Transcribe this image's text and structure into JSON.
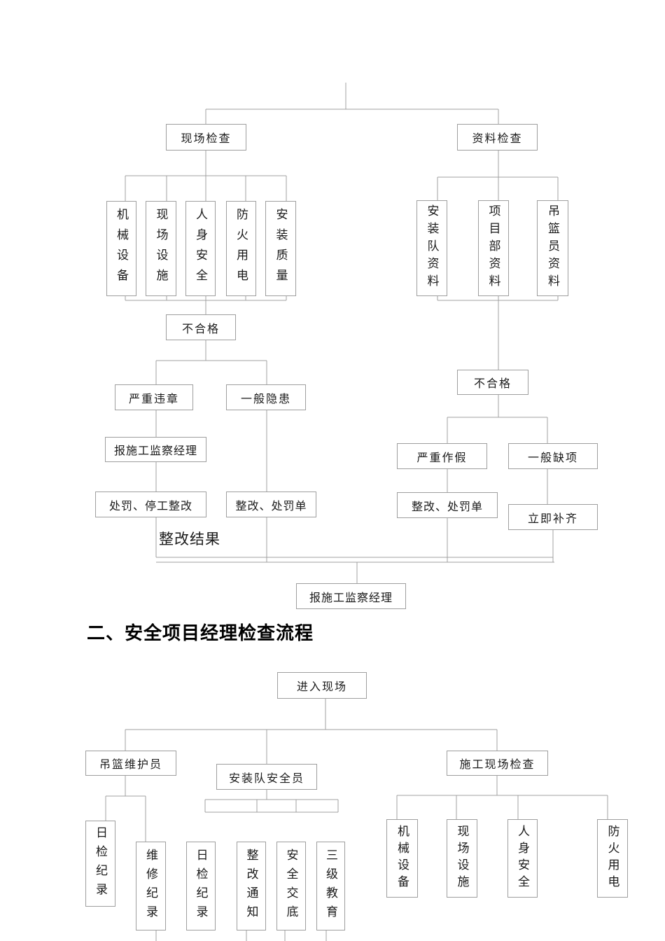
{
  "document": {
    "section_heading": "二、安全项目经理检查流程"
  },
  "flow1": {
    "site_check": "现场检查",
    "doc_check": "资料检查",
    "site_categories": [
      "机械设备",
      "现场设施",
      "人身安全",
      "防火用电",
      "安装质量"
    ],
    "doc_categories": [
      "安装队资料",
      "项目部资料",
      "吊篮员资料"
    ],
    "fail_site": "不合格",
    "fail_doc": "不合格",
    "serious_violation": "严重违章",
    "general_hazard": "一般隐患",
    "report_supervisor": "报施工监察经理",
    "punish_stop_work": "处罚、停工整改",
    "rectify_penalty_site": "整改、处罚单",
    "serious_falsify": "严重作假",
    "general_missing": "一般缺项",
    "rectify_penalty_doc": "整改、处罚单",
    "replenish_now": "立即补齐",
    "rectify_result": "整改结果",
    "final_report_supervisor": "报施工监察经理"
  },
  "flow2": {
    "enter_site": "进入现场",
    "basket_maintainer": "吊篮维护员",
    "install_team_officer": "安装队安全员",
    "site_inspection": "施工现场检查",
    "maintainer_records": [
      "日检纪录",
      "维修纪录"
    ],
    "team_records": [
      "日检纪录",
      "整改通知",
      "安全交底",
      "三级教育"
    ],
    "inspection_items": [
      "机械设备",
      "现场设施",
      "人身安全",
      "防火用电"
    ]
  },
  "colors": {
    "line": "#a0a0a0",
    "box_border": "#9e9e9e",
    "text": "#1a1a1a"
  }
}
